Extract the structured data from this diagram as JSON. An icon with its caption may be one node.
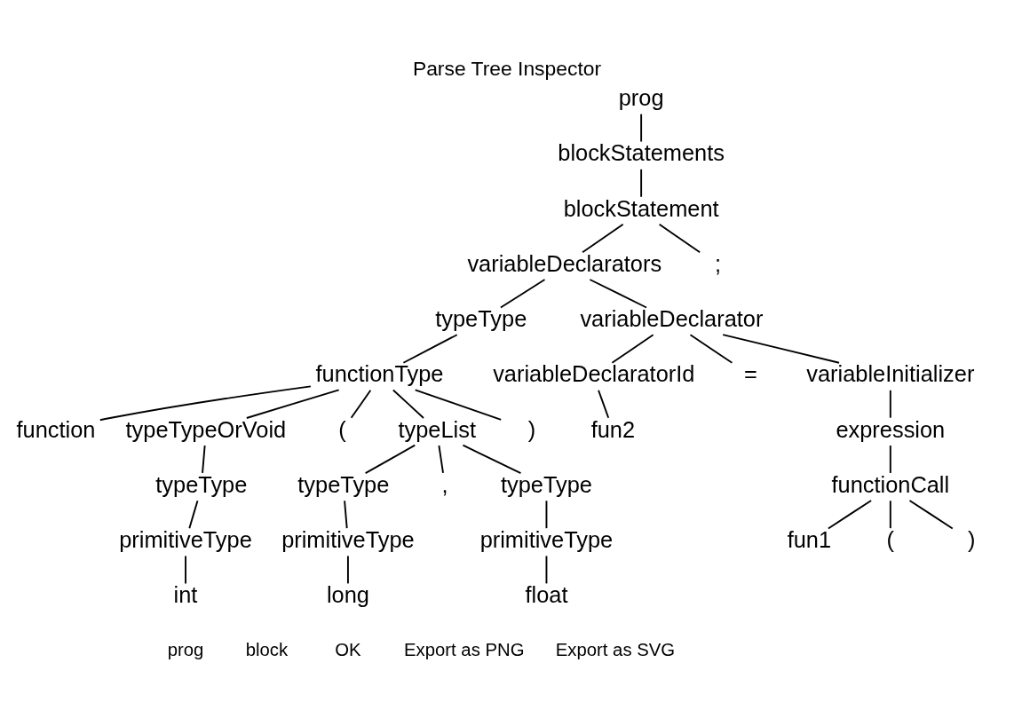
{
  "diagram": {
    "title": "Parse Tree Inspector",
    "nodes": [
      {
        "text": [
          "prog"
        ]
      },
      {
        "text": [
          "blockStatements"
        ]
      },
      {
        "text": [
          "blockStatement"
        ]
      },
      {
        "text": [
          "variableDeclarators"
        ]
      },
      {
        "text": [
          ";"
        ]
      },
      {
        "text": [
          "typeType"
        ]
      },
      {
        "text": [
          "variableDeclarator"
        ]
      },
      {
        "text": [
          "functionType"
        ]
      },
      {
        "text": [
          "variableDeclaratorId"
        ]
      },
      {
        "text": [
          "="
        ]
      },
      {
        "text": [
          "variableInitializer"
        ]
      },
      {
        "text": [
          "function"
        ]
      },
      {
        "text": [
          "typeTypeOrVoid"
        ]
      },
      {
        "text": [
          "("
        ]
      },
      {
        "text": [
          "typeList"
        ]
      },
      {
        "text": [
          ")"
        ]
      },
      {
        "text": [
          "fun2"
        ]
      },
      {
        "text": [
          "expression"
        ]
      },
      {
        "text": [
          "typeType"
        ]
      },
      {
        "text": [
          "typeType"
        ]
      },
      {
        "text": [
          ","
        ]
      },
      {
        "text": [
          "typeType"
        ]
      },
      {
        "text": [
          "functionCall"
        ]
      },
      {
        "text": [
          "primitiveType"
        ]
      },
      {
        "text": [
          "primitiveType"
        ]
      },
      {
        "text": [
          "primitiveType"
        ]
      },
      {
        "text": [
          "fun1"
        ]
      },
      {
        "text": [
          "("
        ]
      },
      {
        "text": [
          ")"
        ]
      },
      {
        "text": [
          "int"
        ]
      },
      {
        "text": [
          "long"
        ]
      },
      {
        "text": [
          "float"
        ]
      }
    ],
    "edges": [
      {
        "from": 0,
        "to": 1,
        "arrow": "none"
      },
      {
        "from": 1,
        "to": 2,
        "arrow": "none"
      },
      {
        "from": 2,
        "to": 3,
        "arrow": "none"
      },
      {
        "from": 2,
        "to": 4,
        "arrow": "none"
      },
      {
        "from": 3,
        "to": 5,
        "arrow": "none"
      },
      {
        "from": 3,
        "to": 6,
        "arrow": "none"
      },
      {
        "from": 5,
        "to": 7,
        "arrow": "none"
      },
      {
        "from": 6,
        "to": 8,
        "arrow": "none"
      },
      {
        "from": 6,
        "to": 9,
        "arrow": "none"
      },
      {
        "from": 6,
        "to": 10,
        "arrow": "none"
      },
      {
        "from": 7,
        "to": 11,
        "arrow": "none"
      },
      {
        "from": 7,
        "to": 12,
        "arrow": "none"
      },
      {
        "from": 7,
        "to": 13,
        "arrow": "none"
      },
      {
        "from": 7,
        "to": 14,
        "arrow": "none"
      },
      {
        "from": 7,
        "to": 15,
        "arrow": "none"
      },
      {
        "from": 8,
        "to": 16,
        "arrow": "none"
      },
      {
        "from": 10,
        "to": 17,
        "arrow": "none"
      },
      {
        "from": 12,
        "to": 18,
        "arrow": "none"
      },
      {
        "from": 14,
        "to": 19,
        "arrow": "none"
      },
      {
        "from": 14,
        "to": 20,
        "arrow": "none"
      },
      {
        "from": 14,
        "to": 21,
        "arrow": "none"
      },
      {
        "from": 17,
        "to": 22,
        "arrow": "none"
      },
      {
        "from": 18,
        "to": 23,
        "arrow": "none"
      },
      {
        "from": 19,
        "to": 24,
        "arrow": "none"
      },
      {
        "from": 21,
        "to": 25,
        "arrow": "none"
      },
      {
        "from": 22,
        "to": 26,
        "arrow": "none"
      },
      {
        "from": 22,
        "to": 27,
        "arrow": "none"
      },
      {
        "from": 22,
        "to": 28,
        "arrow": "none"
      },
      {
        "from": 23,
        "to": 29,
        "arrow": "none"
      },
      {
        "from": 24,
        "to": 30,
        "arrow": "none"
      },
      {
        "from": 25,
        "to": 31,
        "arrow": "none"
      }
    ],
    "labels": [
      "prog",
      "block",
      "OK",
      "Export as PNG",
      "Export as SVG"
    ]
  }
}
